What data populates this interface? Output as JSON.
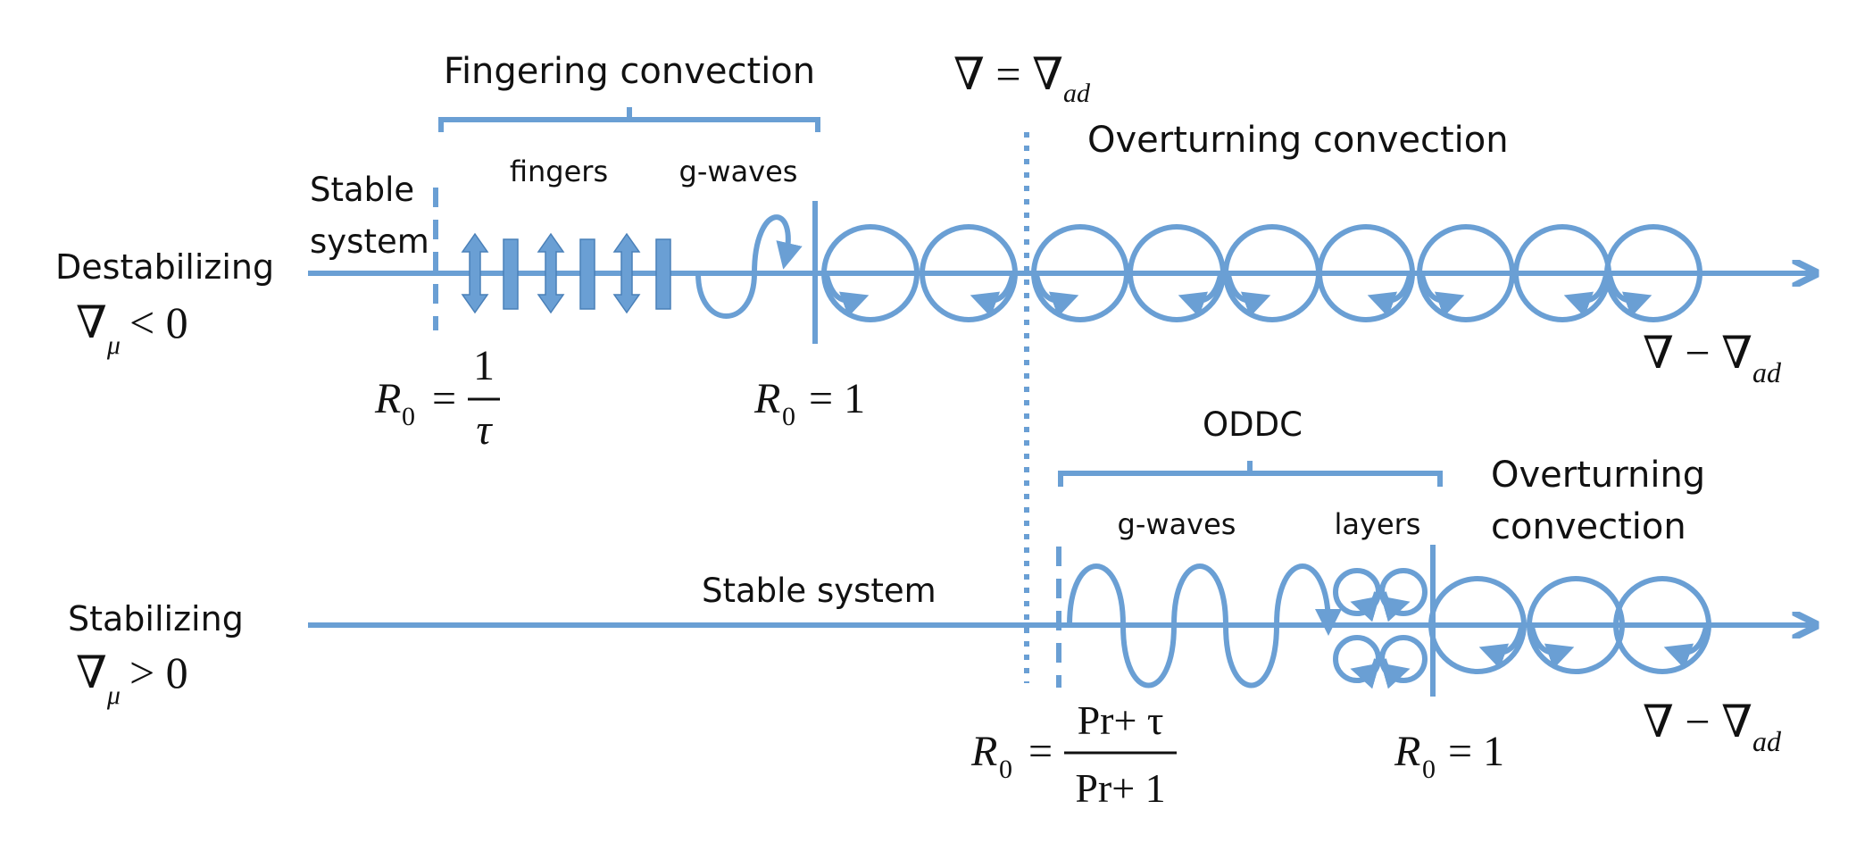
{
  "colors": {
    "accent": "#6a9fd4",
    "text": "#111111",
    "background": "#ffffff"
  },
  "top": {
    "region_label": "Destabilizing",
    "condition": {
      "lhs": "∇",
      "sub": "μ",
      "rel": "< 0"
    },
    "stable_label_line1": "Stable",
    "stable_label_line2": "system",
    "fingering_title": "Fingering convection",
    "fingers_label": "fingers",
    "gwaves_label": "g-waves",
    "overturning_label": "Overturning convection",
    "axis_label": {
      "lhs": "∇ − ∇",
      "sub": "ad"
    },
    "threshold_left": {
      "symbol": "R",
      "sub": "0",
      "eq": "=",
      "num": "1",
      "den": "τ"
    },
    "threshold_right": {
      "symbol": "R",
      "sub": "0",
      "eq": "= 1"
    }
  },
  "adiabatic": {
    "lhs": "∇ = ∇",
    "sub": "ad"
  },
  "bottom": {
    "region_label": "Stabilizing",
    "condition": {
      "lhs": "∇",
      "sub": "μ",
      "rel": "> 0"
    },
    "stable_label": "Stable system",
    "oddc_title": "ODDC",
    "gwaves_label": "g-waves",
    "layers_label": "layers",
    "overturning_line1": "Overturning",
    "overturning_line2": "convection",
    "axis_label": {
      "lhs": "∇ − ∇",
      "sub": "ad"
    },
    "threshold_left": {
      "symbol": "R",
      "sub": "0",
      "eq": "=",
      "num": "Pr+ τ",
      "den": "Pr+ 1"
    },
    "threshold_right": {
      "symbol": "R",
      "sub": "0",
      "eq": "= 1"
    }
  }
}
